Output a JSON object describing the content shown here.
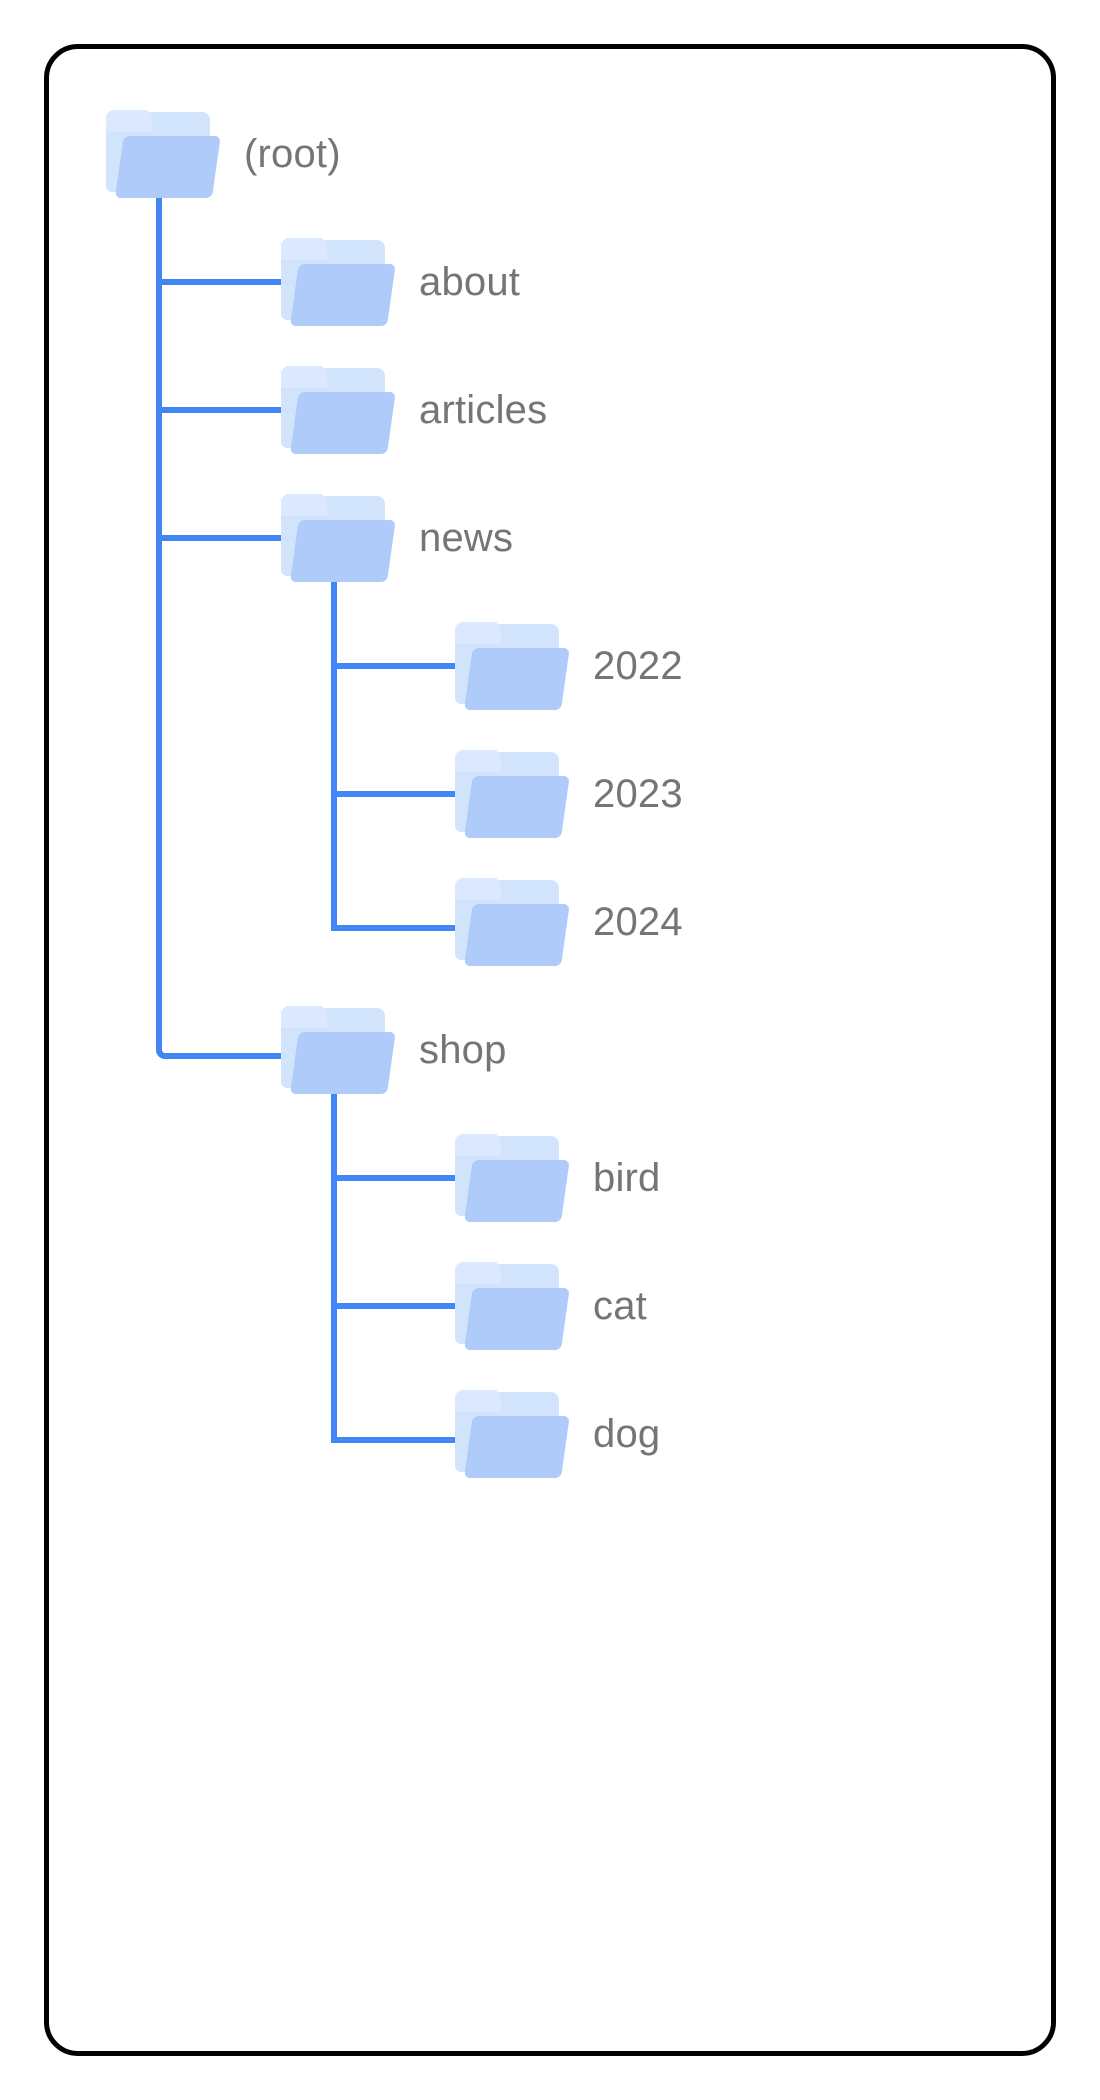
{
  "diagram": {
    "title": "Folder tree",
    "icon_name": "folder-icon",
    "colors": {
      "connector": "#4285f4",
      "folder_front": "#aecbfa",
      "folder_back": "#d2e3fc",
      "folder_tab": "#dbe8fd",
      "label_text": "#757575",
      "card_border": "#000000",
      "background": "#ffffff"
    },
    "nodes": [
      {
        "id": "root",
        "label": "(root)",
        "depth": 0,
        "parent": null,
        "last_child": false
      },
      {
        "id": "about",
        "label": "about",
        "depth": 1,
        "parent": "root",
        "last_child": false
      },
      {
        "id": "articles",
        "label": "articles",
        "depth": 1,
        "parent": "root",
        "last_child": false
      },
      {
        "id": "news",
        "label": "news",
        "depth": 1,
        "parent": "root",
        "last_child": false
      },
      {
        "id": "2022",
        "label": "2022",
        "depth": 2,
        "parent": "news",
        "last_child": false
      },
      {
        "id": "2023",
        "label": "2023",
        "depth": 2,
        "parent": "news",
        "last_child": false
      },
      {
        "id": "2024",
        "label": "2024",
        "depth": 2,
        "parent": "news",
        "last_child": true
      },
      {
        "id": "shop",
        "label": "shop",
        "depth": 1,
        "parent": "root",
        "last_child": false
      },
      {
        "id": "bird",
        "label": "bird",
        "depth": 2,
        "parent": "shop",
        "last_child": false
      },
      {
        "id": "cat",
        "label": "cat",
        "depth": 2,
        "parent": "shop",
        "last_child": false
      },
      {
        "id": "dog",
        "label": "dog",
        "depth": 2,
        "parent": "shop",
        "last_child": true
      }
    ]
  }
}
